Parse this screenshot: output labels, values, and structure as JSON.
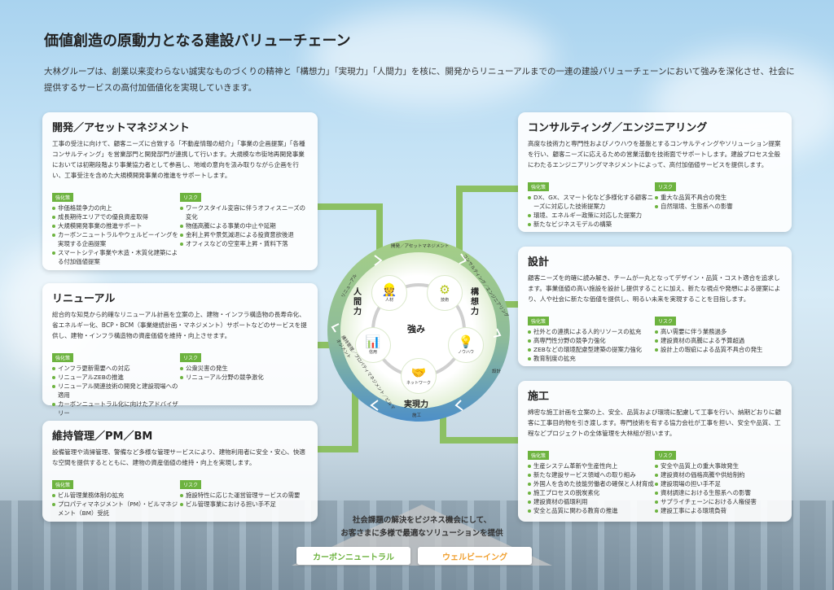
{
  "title": "価値創造の原動力となる建設バリューチェーン",
  "intro": "大林グループは、創業以来変わらない誠実なものづくりの精神と「構想力」「実現力」「人間力」を核に、開発からリニューアルまでの一連の建設バリューチェーンにおいて強みを深化させ、社会に提供するサービスの高付加価値化を実現していきます。",
  "strength_tag": "強化策",
  "risk_tag": "リスク",
  "sections": [
    {
      "title": "開発／アセットマネジメント",
      "desc": "工事の受注に向けて、顧客ニーズに合致する「不動産情報の紹介」「事業の企画提案」「各種コンサルティング」を営業部門と開発部門が連携して行います。大規模な市街地再開発事業においては初期段階より事業協力者として参画し、地域の意向を汲み取りながら企画を行い、工事受注を含めた大規模開発事業の推進をサポートします。",
      "strengths": [
        "非価格競争力の向上",
        "成長期待エリアでの優良資産取得",
        "大規模開発事業の推進サポート",
        "カーボンニュートラルやウェルビーイングを実現する企画提案",
        "スマートシティ事業や木造・木質化建築による付加価値提案"
      ],
      "risks": [
        "ワークスタイル変容に伴うオフィスニーズの変化",
        "物価高騰による事業の中止や延期",
        "金利上昇や景気減退による投資意欲後退",
        "オフィスなどの空室率上昇・賃料下落"
      ]
    },
    {
      "title": "リニューアル",
      "desc": "総合的な知見から的確なリニューアル計画を立案の上、建物・インフラ構造物の長寿命化、省エネルギー化、BCP・BCM（事業継続計画・マネジメント）サポートなどのサービスを提供し、建物・インフラ構造物の資産価値を維持・向上させます。",
      "strengths": [
        "インフラ更新需要への対応",
        "リニューアルZEBの推進",
        "リニューアル関連技術の開発と建設現場への適用",
        "カーボンニュートラル化に向けたアドバイザリー"
      ],
      "risks": [
        "公衆災害の発生",
        "リニューアル分野の競争激化"
      ]
    },
    {
      "title": "維持管理／PM／BM",
      "desc": "設備管理や清掃管理、警備など多様な管理サービスにより、建物利用者に安全・安心、快適な空間を提供するとともに、建物の資産価値の維持・向上を実現します。",
      "strengths": [
        "ビル管理業務体制の拡充",
        "プロパティマネジメント（PM）・ビルマネジメント（BM）受託"
      ],
      "risks": [
        "施設特性に応じた運営管理サービスの需要",
        "ビル管理事業における担い手不足"
      ]
    },
    {
      "title": "コンサルティング／エンジニアリング",
      "desc": "高度な技術力と専門性およびノウハウを基盤とするコンサルティングやソリューション提案を行い、顧客ニーズに応えるための営業活動を技術面でサポートします。建設プロセス全般にわたるエンジニアリングマネジメントによって、高付加価値サービスを提供します。",
      "strengths": [
        "DX、GX、スマート化など多様化する顧客ニーズに対応した技術提案力",
        "環境、エネルギー政策に対応した提案力",
        "新たなビジネスモデルの構築"
      ],
      "risks": [
        "重大な品質不具合の発生",
        "自然環境、生態系への影響"
      ]
    },
    {
      "title": "設計",
      "desc": "顧客ニーズを的確に読み解き、チームが一丸となってデザイン・品質・コスト適合を追求します。事業価値の高い施設を設計し提供することに加え、新たな視点や発想による提案により、人や社会に新たな価値を提供し、明るい未来を実現することを目指します。",
      "strengths": [
        "社外との連携による人的リソースの拡充",
        "高専門性分野の競争力強化",
        "ZEBなどの環境配慮型建築の提案力強化",
        "教育制度の拡充"
      ],
      "risks": [
        "高い需要に伴う業務過多",
        "建設資材の高騰による予算超過",
        "設計上の瑕疵による品質不具合の発生"
      ]
    },
    {
      "title": "施工",
      "desc": "綿密な施工計画を立案の上、安全、品質および環境に配慮して工事を行い、納期どおりに顧客に工事目的物を引き渡します。専門技術を有する協力会社が工事を担い、安全や品質、工程などプロジェクトの全体管理を大林組が担います。",
      "strengths": [
        "生産システム革新や生産性向上",
        "新たな建設サービス領域への取り組み",
        "外国人を含めた技能労働者の確保と人材育成",
        "施工プロセスの脱炭素化",
        "建設資材の循環利用",
        "安全と品質に関わる教育の推進"
      ],
      "risks": [
        "安全や品質上の重大事故発生",
        "建設資材の価格高騰や供給制約",
        "建設現場の担い手不足",
        "資材調達における生態系への影響",
        "サプライチェーンにおける人権侵害",
        "建設工事による環境負荷"
      ]
    }
  ],
  "ring": {
    "labels": [
      "開発／アセットマネジメント",
      "コンサルティング／エンジニアリング",
      "設計",
      "施工",
      "維持管理／プロパティマネジメント／ビルマネジメント",
      "リニューアル"
    ],
    "center": "強み",
    "nodes": [
      "人材",
      "技術",
      "ノウハウ",
      "ネットワーク",
      "信用"
    ],
    "powers": [
      "人間力",
      "構想力",
      "実現力"
    ]
  },
  "slogan": [
    "社会課題の解決をビジネス機会にして、",
    "お客さまに多様で最適なソリューションを提供"
  ],
  "buttons": [
    "カーボンニュートラル",
    "ウェルビーイング"
  ],
  "colors": {
    "green": "#6db33f",
    "orange": "#f0a030"
  }
}
